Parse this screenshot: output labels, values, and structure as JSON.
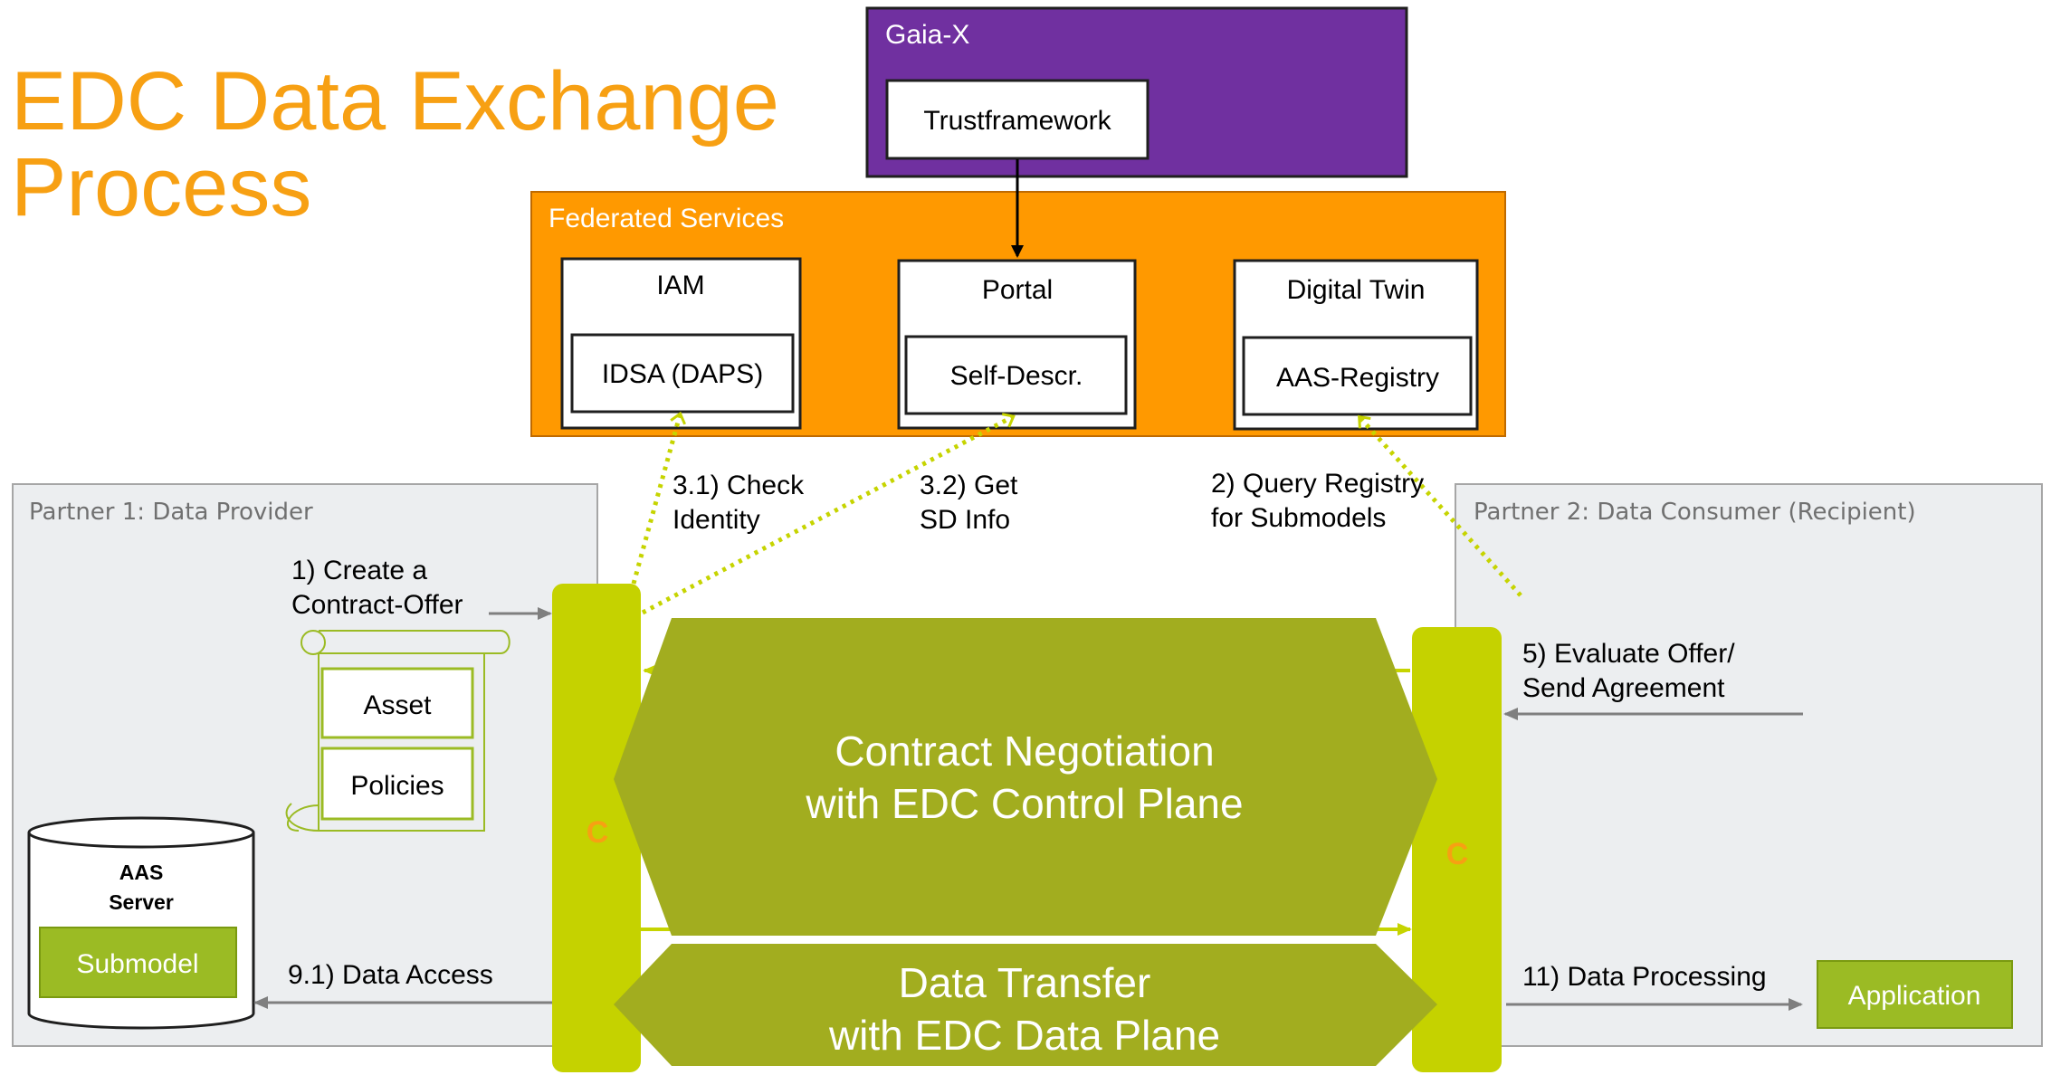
{
  "title": {
    "line1": "EDC Data Exchange",
    "line2": "Process"
  },
  "gaiax": {
    "label": "Gaia-X",
    "trustframework": "Trustframework"
  },
  "federated": {
    "label": "Federated Services",
    "iam": {
      "title": "IAM",
      "inner": "IDSA (DAPS)"
    },
    "portal": {
      "title": "Portal",
      "inner": "Self-Descr."
    },
    "digital_twin": {
      "title": "Digital Twin",
      "inner": "AAS-Registry"
    }
  },
  "partner1": {
    "label": "Partner 1:  Data Provider",
    "step1": {
      "line1": "1) Create a",
      "line2": "Contract-Offer"
    },
    "asset": "Asset",
    "policies": "Policies",
    "aas_server": {
      "line1": "AAS",
      "line2": "Server"
    },
    "submodel": "Submodel",
    "step91": "9.1) Data Access",
    "connector_letter": "C"
  },
  "partner2": {
    "label": "Partner 2:  Data Consumer (Recipient)",
    "step5": {
      "line1": "5) Evaluate Offer/",
      "line2": "Send Agreement"
    },
    "step11": "11) Data Processing",
    "application": "Application",
    "connector_letter": "C"
  },
  "steps": {
    "step31": {
      "line1": "3.1) Check",
      "line2": "Identity"
    },
    "step32": {
      "line1": "3.2) Get",
      "line2": "SD Info"
    },
    "step2": {
      "line1": "2) Query Registry",
      "line2": "for Submodels"
    }
  },
  "center": {
    "negotiation": {
      "line1": "Contract Negotiation",
      "line2": "with EDC Control Plane"
    },
    "transfer": {
      "line1": "Data Transfer",
      "line2": "with EDC Data Plane"
    }
  },
  "colors": {
    "title_orange": "#f7a013",
    "gaiax_purple": "#7030a0",
    "federated_orange": "#ff9900",
    "connector_lime": "#c5d200",
    "process_olive": "#a2ad1f",
    "submodel_green": "#9bbb24",
    "dotted_arrow": "#c6d400"
  }
}
